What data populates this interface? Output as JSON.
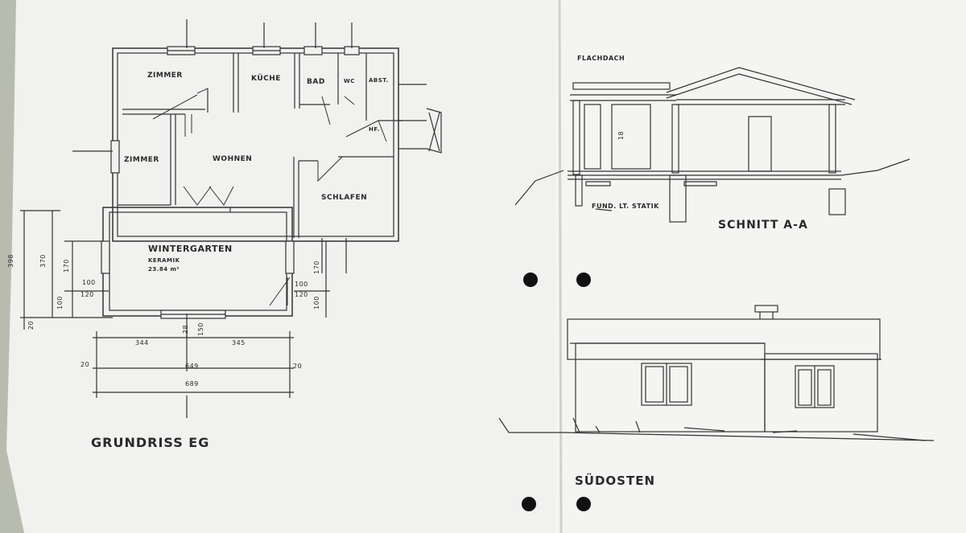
{
  "plan": {
    "title": "GRUNDRISS EG",
    "rooms": {
      "zimmer_top": "ZIMMER",
      "kueche": "KÜCHE",
      "bad": "BAD",
      "wc": "WC",
      "abst": "ABST.",
      "hf": "HF.",
      "zimmer_left": "ZIMMER",
      "wohnen": "WOHNEN",
      "schlafen": "SCHLAFEN",
      "wintergarten": "WINTERGARTEN",
      "keramik": "KERAMIK",
      "area": "23.84 m²"
    },
    "dims": {
      "d398": "398",
      "d370": "370",
      "d170": "170",
      "d100a": "100",
      "d120a": "120",
      "d100b": "100",
      "d20a": "20",
      "d344": "344",
      "d345": "345",
      "d28": "28",
      "d150": "150",
      "d649": "649",
      "d689": "689",
      "d20b": "20",
      "d20c": "20",
      "d100c": "100",
      "d120b": "120",
      "d170b": "170",
      "d100d": "100"
    }
  },
  "section": {
    "title": "SCHNITT A-A",
    "roof": "FLACHDACH",
    "foundation": "FUND. LT. STATIK",
    "h18": "18"
  },
  "elevation": {
    "title": "SÜDOSTEN"
  }
}
